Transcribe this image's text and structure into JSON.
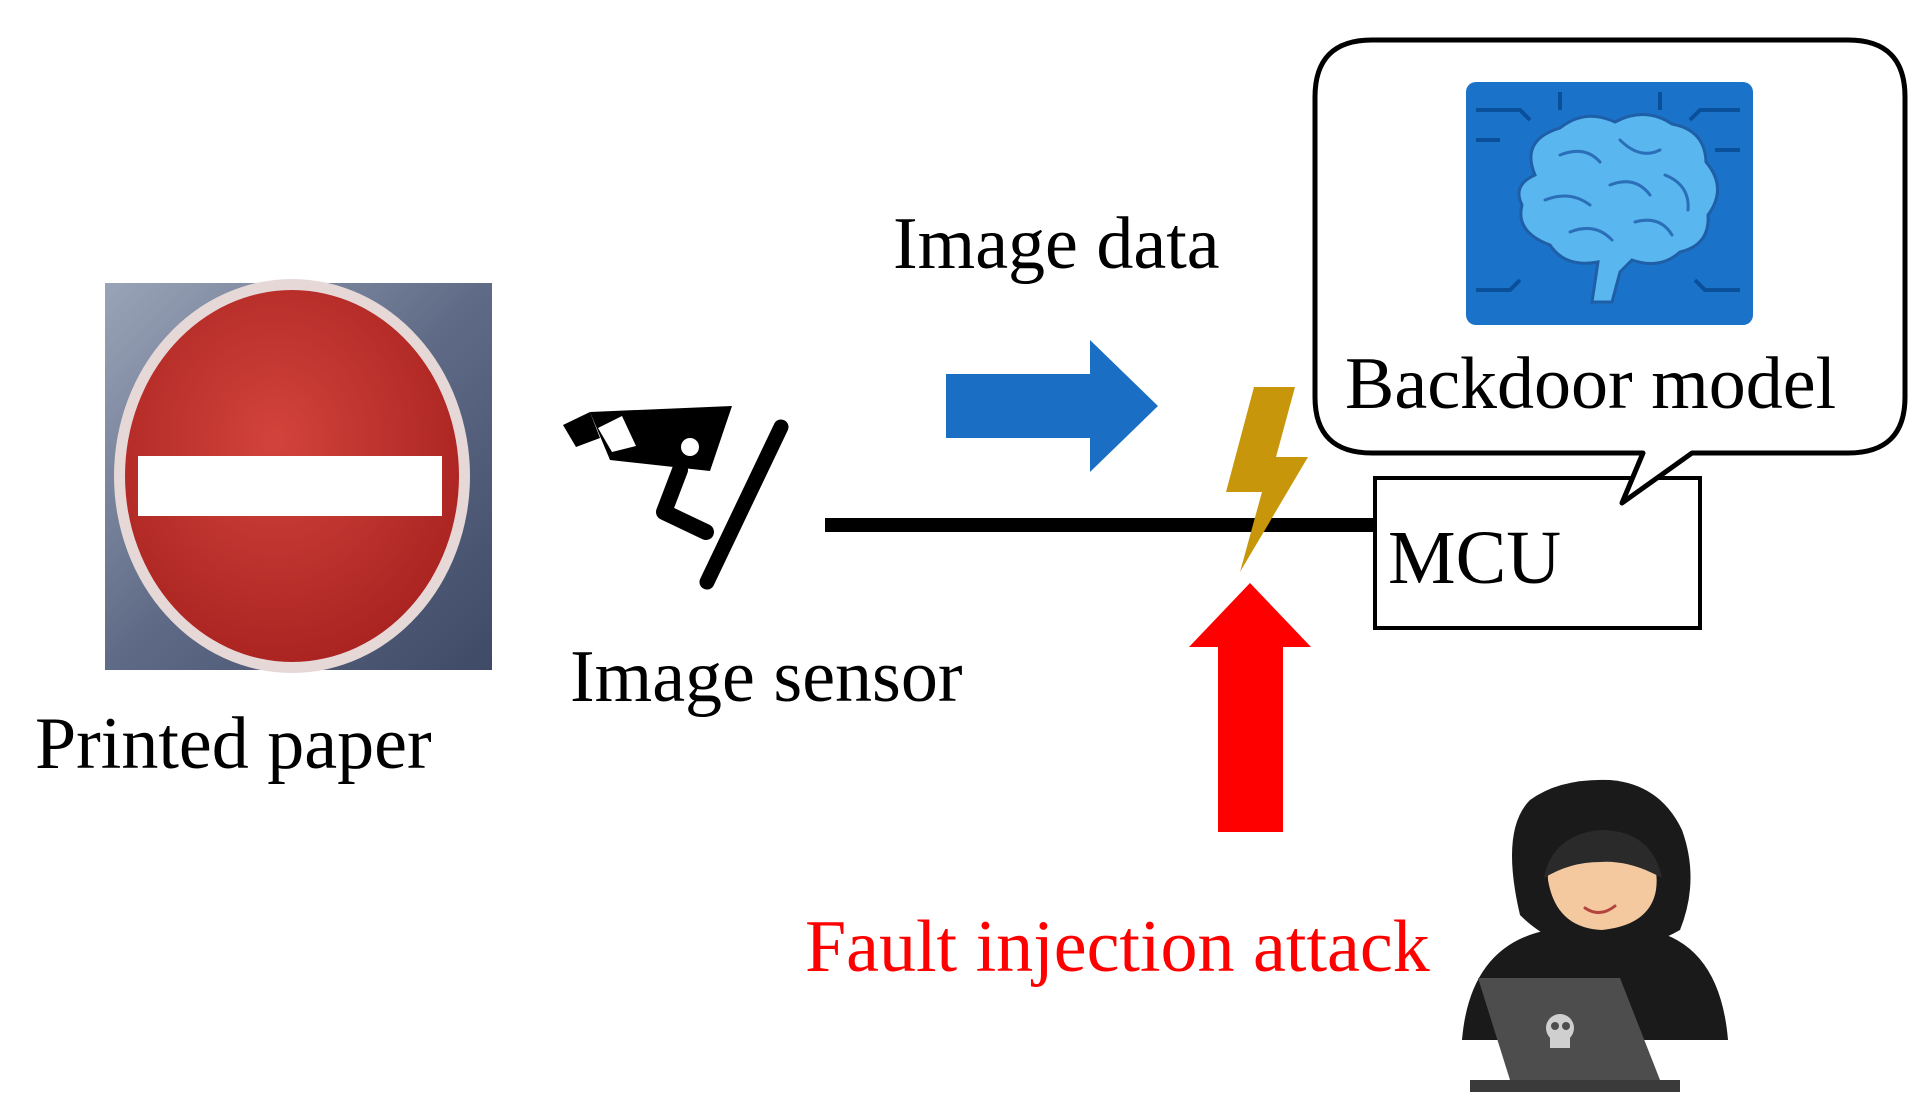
{
  "labels": {
    "printed_paper": "Printed paper",
    "image_sensor": "Image sensor",
    "image_data": "Image data",
    "backdoor_model": "Backdoor model",
    "mcu": "MCU",
    "fault_injection": "Fault injection attack"
  },
  "colors": {
    "data_arrow": "#1a6fc4",
    "fault_arrow": "#ff0000",
    "fault_text": "#ff0000",
    "lightning": "#c8960a",
    "sign_red": "#c0302e",
    "brain_panel": "#1a73c9",
    "brain": "#5ab6ee",
    "line": "#000000"
  },
  "icons": {
    "sign": "no-entry-sign-image",
    "sensor": "security-camera-icon",
    "model": "brain-circuit-icon",
    "glitch": "lightning-bolt-icon",
    "attacker": "hooded-hacker-laptop-icon"
  }
}
